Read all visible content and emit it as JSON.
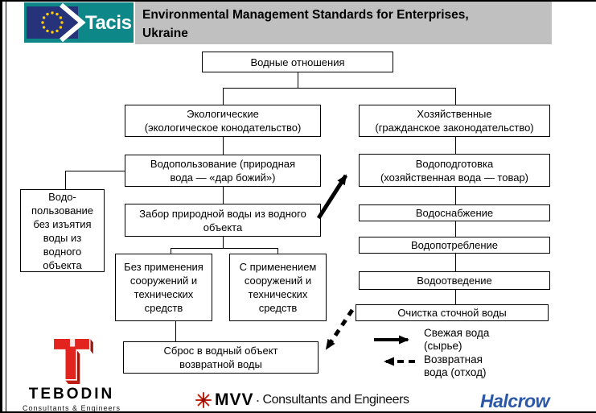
{
  "header": {
    "brand": "Tacis",
    "title": "Environmental Management Standards for Enterprises,\nUkraine",
    "title_bg": "#c0c0c0",
    "logo_colors": {
      "teal": "#0d8787",
      "eu_navy": "#26337b",
      "star_yellow": "#ffcc00"
    }
  },
  "icons": {
    "eu_flag": "eu-flag-stars-icon",
    "tacis_chevron": "chevron-right-icon",
    "tebodin_t": "tebodin-t-logo-icon",
    "mvv_star": "starburst-icon"
  },
  "diagram": {
    "boxes": {
      "water_relations": "Водные отношения",
      "ecological": "Экологические\n(экологическое  конодательство)",
      "economic": "Хозяйственные\n(гражданское законодательство)",
      "water_use": "Водопользование (природная\nвода — «дар божий»)",
      "water_treatment": "Водоподготовка\n(хозяйственная вода — товар)",
      "water_use_no_withdrawal": "Водо-\nпользование\nбез изъятия\nводы из\nводного\nобъекта",
      "intake": "Забор природной воды из водного\nобъекта",
      "water_supply": "Водоснабжение",
      "water_consumption": "Водопотребление",
      "water_disposal": "Водоотведение",
      "without_facilities": "Без применения\nсооружений и\nтехнических\nсредств",
      "with_facilities": "С применением\nсооружений и\nтехнических\nсредств",
      "wastewater_treatment": "Очистка сточной воды",
      "discharge": "Сброс в водный объект\nвозвратной воды"
    },
    "legend": {
      "fresh": "Свежая вода\n(сырье)",
      "return": "Возвратная\nвода (отход)"
    }
  },
  "footer": {
    "tebodin": {
      "name": "TEBODIN",
      "tagline": "Consultants & Engineers",
      "red": "#e3231e"
    },
    "mvv": {
      "name": "MVV",
      "separator": "·",
      "tagline": "Consultants and Engineers",
      "red": "#c22211"
    },
    "halcrow": {
      "name": "Halcrow",
      "blue": "#2a58a6"
    }
  }
}
